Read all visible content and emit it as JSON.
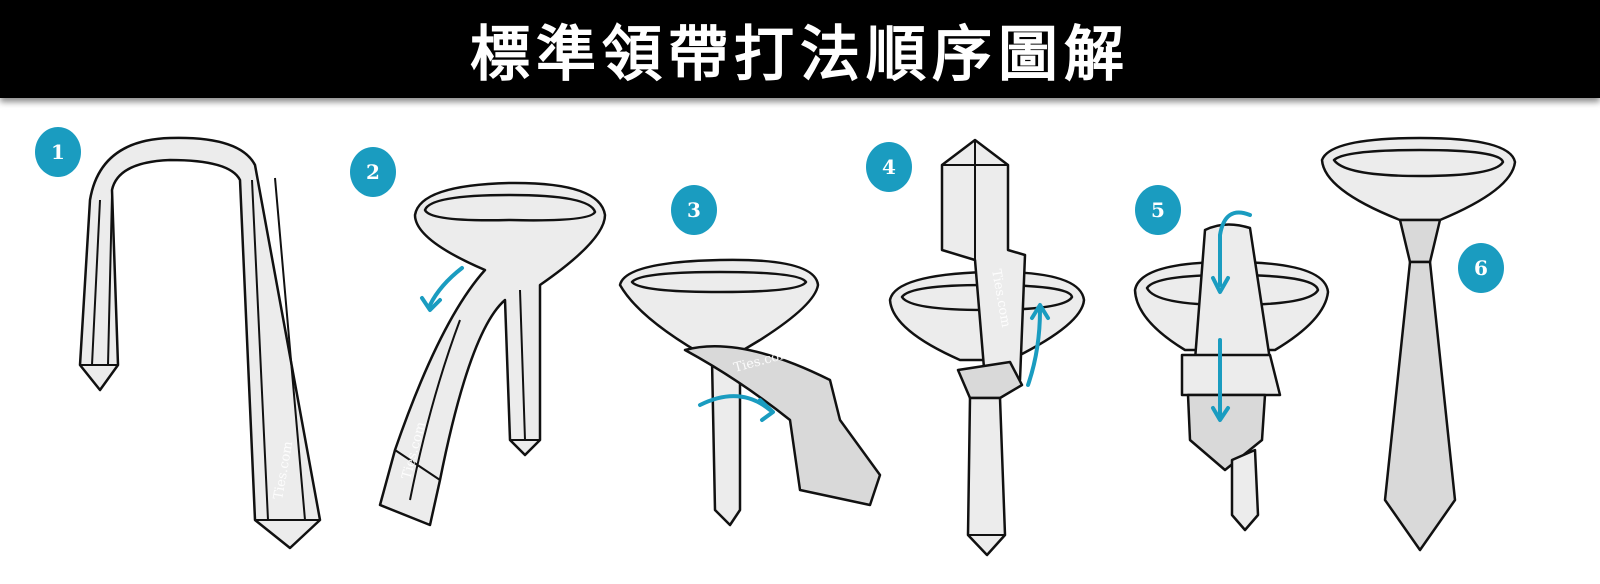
{
  "title": "標準領帶打法順序圖解",
  "colors": {
    "accent": "#1a9cc0",
    "titlebar": "#000000",
    "tie_fill": "#ececec"
  },
  "watermark": "Ties.com",
  "steps": [
    {
      "number": "1"
    },
    {
      "number": "2"
    },
    {
      "number": "3"
    },
    {
      "number": "4"
    },
    {
      "number": "5"
    },
    {
      "number": "6"
    }
  ]
}
